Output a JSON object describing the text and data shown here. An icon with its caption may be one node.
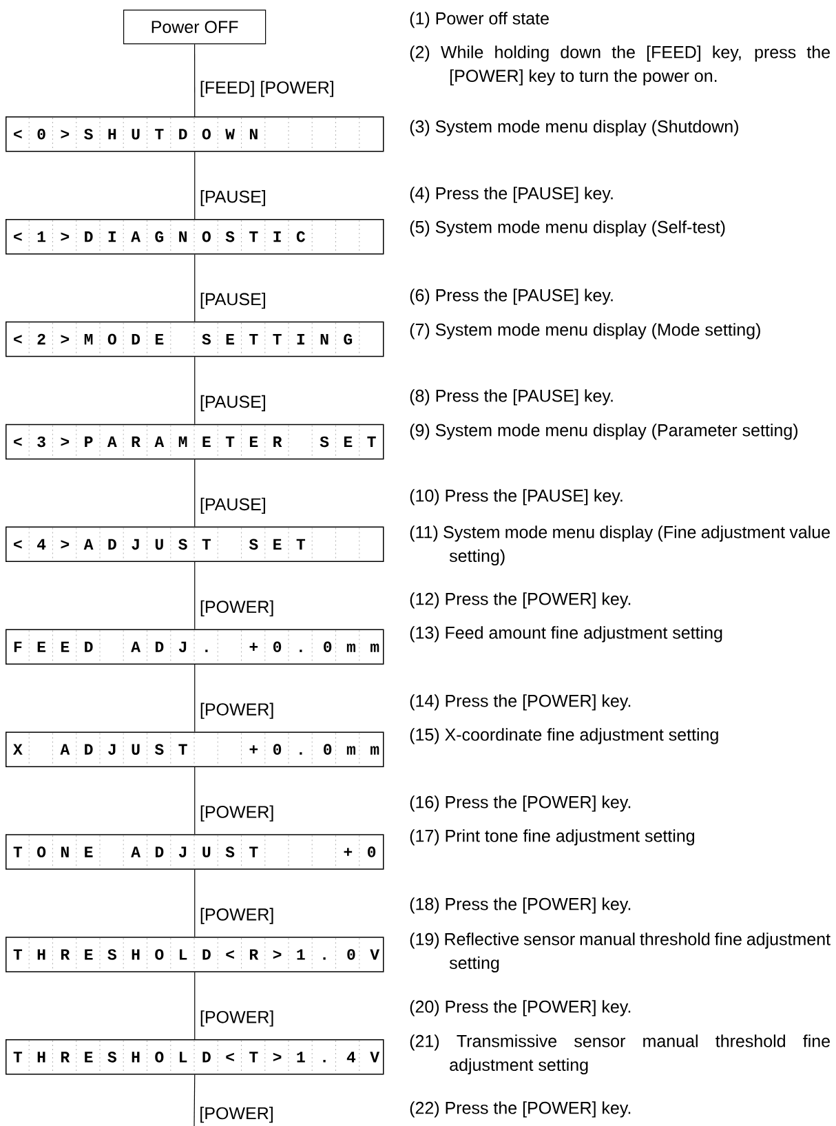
{
  "diagram": {
    "nodes": [
      {
        "text": [
          "Power OFF"
        ]
      },
      {
        "text": [
          "< 0 > S H U T D O W N"
        ]
      },
      {
        "text": [
          "< 1 > D I A G N O S T I C"
        ]
      },
      {
        "text": [
          "< 2 > M O D E",
          "S E T T I N G"
        ]
      },
      {
        "text": [
          "< 3 > P A R A M E T E R",
          "S E T"
        ]
      },
      {
        "text": [
          "< 4 > A D J U S T",
          "S E T"
        ]
      },
      {
        "text": [
          "F E E D",
          "A D J .",
          "+ 0 . 0 m m"
        ]
      },
      {
        "text": [
          "X",
          "A D J U S T",
          "+ 0 . 0 m m"
        ]
      },
      {
        "text": [
          "T O N E",
          "A D J U S T",
          "+ 0"
        ]
      },
      {
        "text": [
          "T H R E S H O L D < R > 1 . 0 V"
        ]
      },
      {
        "text": [
          "T H R E S H O L D < T > 1 . 4 V"
        ]
      }
    ],
    "edges": [
      {
        "from": 0,
        "to": 1,
        "arrow": "none",
        "label": "[FEED] [POWER]"
      },
      {
        "from": 1,
        "to": 2,
        "arrow": "none",
        "label": "[PAUSE]"
      },
      {
        "from": 2,
        "to": 3,
        "arrow": "none",
        "label": "[PAUSE]"
      },
      {
        "from": 3,
        "to": 4,
        "arrow": "none",
        "label": "[PAUSE]"
      },
      {
        "from": 4,
        "to": 5,
        "arrow": "none",
        "label": "[PAUSE]"
      },
      {
        "from": 5,
        "to": 6,
        "arrow": "none",
        "label": "[POWER]"
      },
      {
        "from": 6,
        "to": 7,
        "arrow": "none",
        "label": "[POWER]"
      },
      {
        "from": 7,
        "to": 8,
        "arrow": "none",
        "label": "[POWER]"
      },
      {
        "from": 8,
        "to": 9,
        "arrow": "none",
        "label": "[POWER]"
      },
      {
        "from": 9,
        "to": 10,
        "arrow": "none",
        "label": "[POWER]"
      },
      {
        "from": 10,
        "to": null,
        "arrow": "none",
        "label": "[POWER]"
      }
    ],
    "labels": [
      "(1) Power off state",
      "(2) While holding down the [FEED] key, press the [POWER] key to turn the power on.",
      "(3) System mode menu display (Shutdown)",
      "(4) Press the [PAUSE] key.",
      "(5) System mode menu display (Self-test)",
      "(6) Press the [PAUSE] key.",
      "(7) System mode menu display (Mode setting)",
      "(8) Press the [PAUSE] key.",
      "(9) System mode menu display (Parameter setting)",
      "(10) Press the [PAUSE] key.",
      "(11) System mode menu display (Fine adjustment value setting)",
      "(12) Press the [POWER] key.",
      "(13) Feed amount fine adjustment setting",
      "(14) Press the [POWER] key.",
      "(15) X-coordinate fine adjustment setting",
      "(16) Press the [POWER] key.",
      "(17) Print tone fine adjustment setting",
      "(18) Press the [POWER] key.",
      "(19) Reflective sensor manual threshold fine adjustment setting",
      "(20) Press the [POWER] key.",
      "(21) Transmissive sensor manual threshold fine adjustment setting",
      "(22) Press the [POWER] key."
    ]
  }
}
